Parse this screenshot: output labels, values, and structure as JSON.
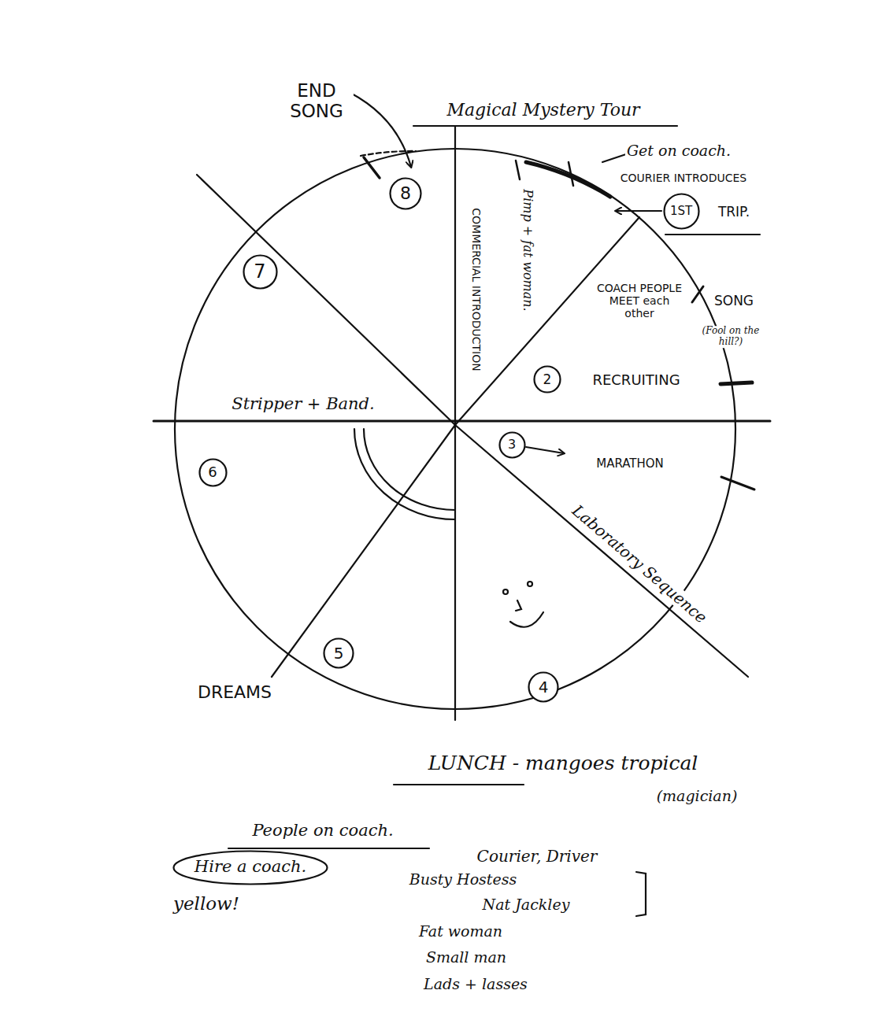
{
  "diagram": {
    "title": "Magical Mystery Tour",
    "nodes": [
      {
        "text": [
          "8"
        ]
      },
      {
        "text": [
          "1ST"
        ]
      },
      {
        "text": [
          "7"
        ]
      },
      {
        "text": [
          "2"
        ]
      },
      {
        "text": [
          "3"
        ]
      },
      {
        "text": [
          "6"
        ]
      },
      {
        "text": [
          "5"
        ]
      },
      {
        "text": [
          "4"
        ]
      },
      {
        "text": [
          "Hire a coach."
        ]
      }
    ],
    "labels": [
      "END SONG",
      "Get on coach.",
      "COURIER INTRODUCES",
      "TRIP.",
      "COMMERCIAL INTRODUCTION",
      "Pimp + fat woman.",
      "COACH PEOPLE MEET each other",
      "SONG",
      "(Fool on the hill?)",
      "RECRUITING",
      "MARATHON",
      "Stripper + Band.",
      "Laboratory Sequence",
      "DREAMS",
      "LUNCH - mangoes tropical",
      "(magician)",
      "People on coach.",
      "Courier, Driver",
      "Busty Hostess",
      "Nat Jackley",
      "Fat woman",
      "Small man",
      "Lads + lasses",
      "yellow!"
    ]
  }
}
